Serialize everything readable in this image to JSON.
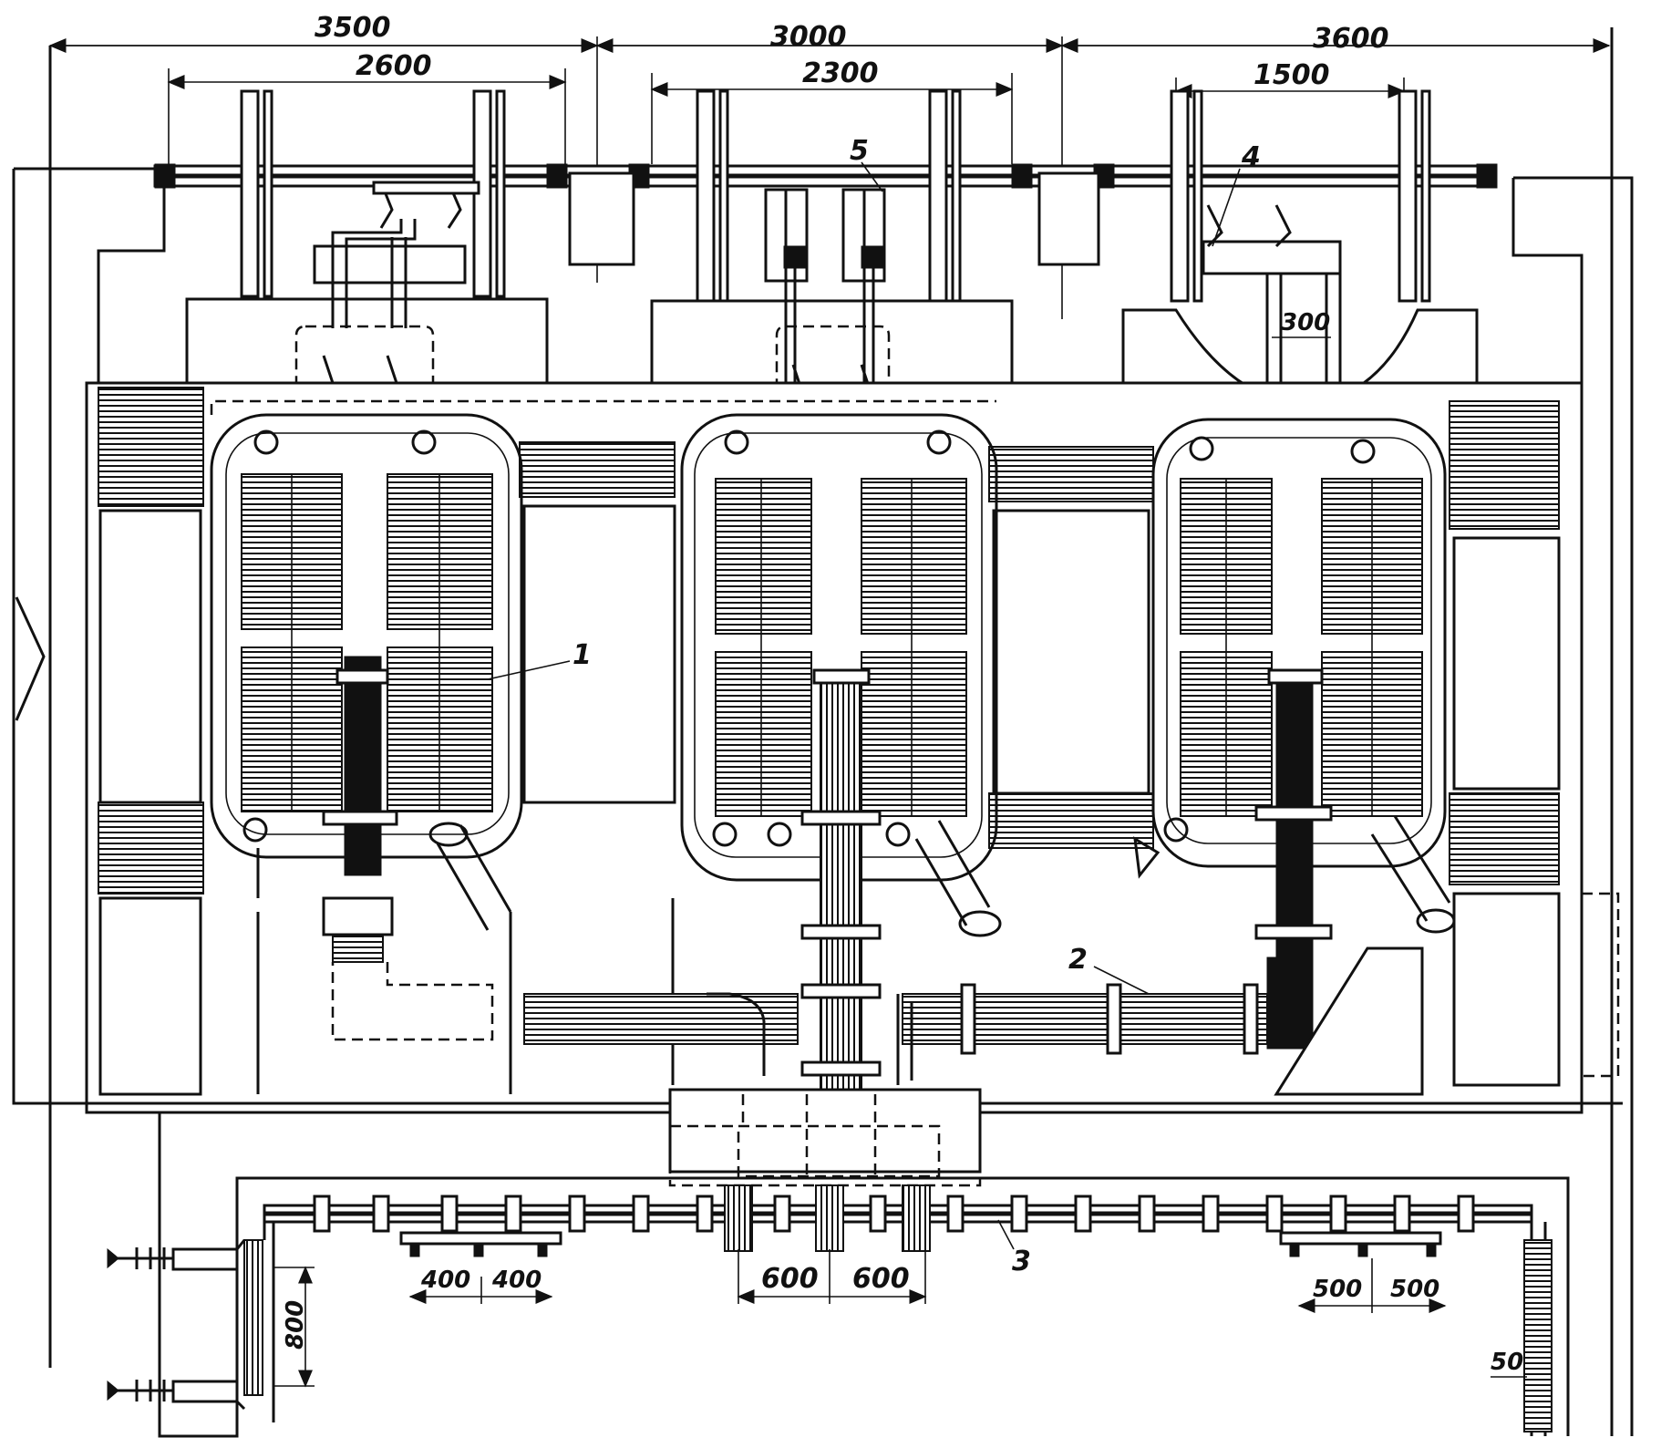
{
  "dimensions": {
    "bay_left": "3500",
    "bay_middle": "3000",
    "bay_right": "3600",
    "inner_left": "2600",
    "inner_middle": "2300",
    "inner_right": "1500",
    "spacing_300": "300",
    "bus_400_a": "400",
    "bus_400_b": "400",
    "bus_600_a": "600",
    "bus_600_b": "600",
    "bus_500_a": "500",
    "bus_500_b": "500",
    "vertical_800": "800",
    "vertical_50": "50"
  },
  "callouts": {
    "c1": "1",
    "c2": "2",
    "c3": "3",
    "c4": "4",
    "c5": "5"
  }
}
